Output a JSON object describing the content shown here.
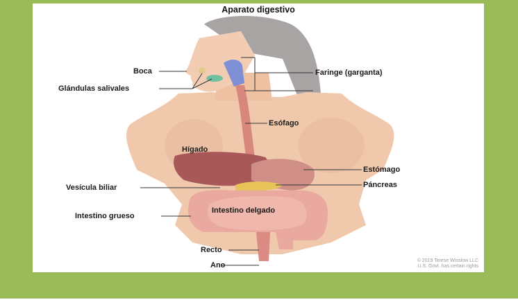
{
  "title": "Aparato digestivo",
  "labels": {
    "boca": "Boca",
    "glandulas": "Glándulas salivales",
    "faringe": "Faringe (garganta)",
    "esofago": "Esófago",
    "higado": "Hígado",
    "estomago": "Estómago",
    "pancreas": "Páncreas",
    "vesicula": "Vesícula biliar",
    "intestino_grueso": "Intestino grueso",
    "intestino_delgado": "Intestino delgado",
    "recto": "Recto",
    "ano": "Ano"
  },
  "copyright": [
    "© 2019 Terese Winslow LLC",
    "U.S. Govt. has certain rights"
  ],
  "colors": {
    "background": "#9bbb59",
    "skin": "#f0c9ad",
    "hair": "#a9a4a4",
    "liver": "#a9585a",
    "stomach": "#cf8f87",
    "intestine": "#e9a99e",
    "esophagus": "#d7877c",
    "pancreas": "#e8c35a",
    "pharynx": "#7f8fd6"
  }
}
